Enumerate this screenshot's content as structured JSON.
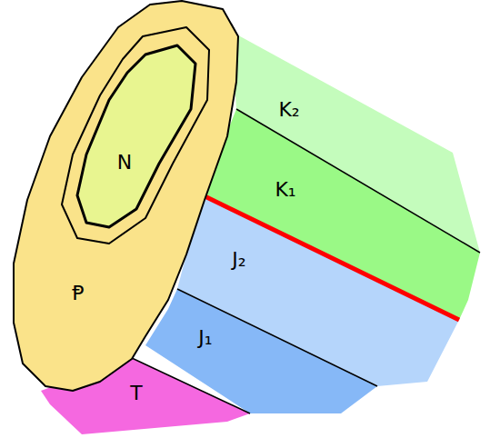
{
  "diagram": {
    "nodes": [
      {
        "text": [
          "Ᵽ"
        ]
      },
      {
        "text": [
          "N"
        ],
        "in": 0
      },
      {
        "text": [
          "K₂"
        ]
      },
      {
        "text": [
          "K₁"
        ]
      },
      {
        "text": [
          "J₂"
        ]
      },
      {
        "text": [
          "J₁"
        ]
      },
      {
        "text": [
          "T"
        ]
      }
    ]
  }
}
